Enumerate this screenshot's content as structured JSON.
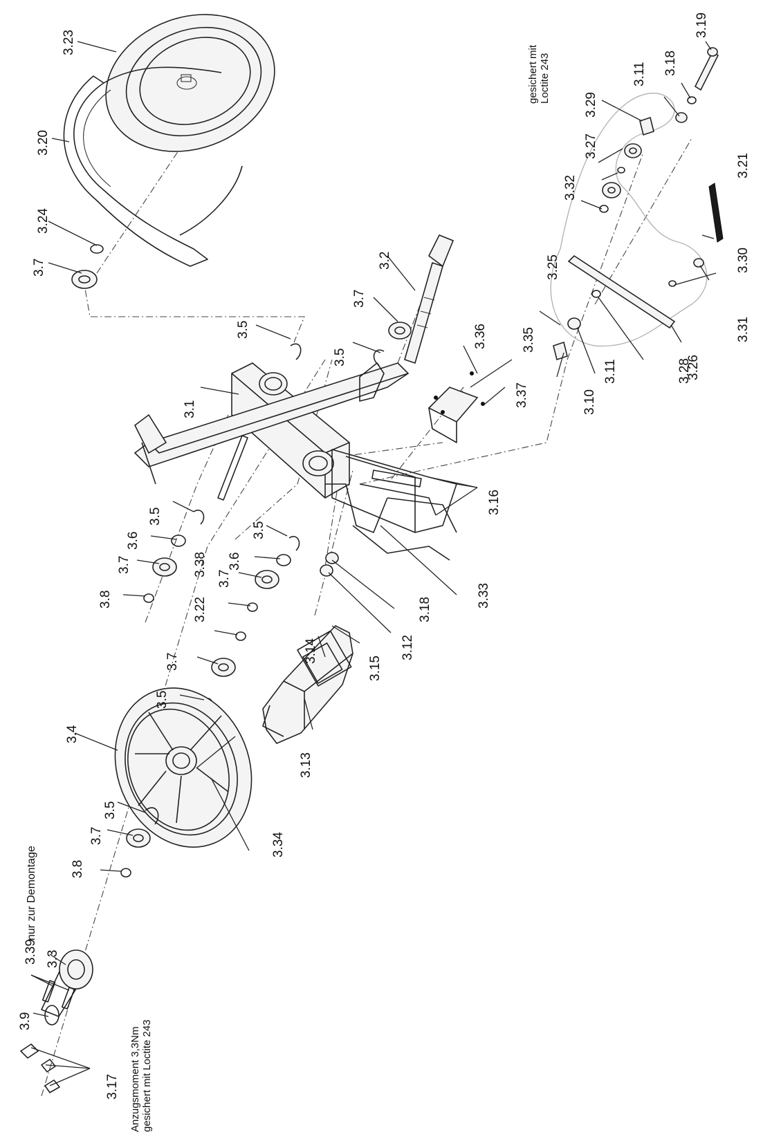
{
  "callouts": [
    "3.1",
    "3.2",
    "3.3",
    "3.4",
    "3.5",
    "3.5",
    "3.5",
    "3.5",
    "3.5",
    "3.5",
    "3.6",
    "3.6",
    "3.7",
    "3.7",
    "3.7",
    "3.7",
    "3.7",
    "3.7",
    "3.8",
    "3.8",
    "3.9",
    "3.10",
    "3.11",
    "3.11",
    "3.12",
    "3.13",
    "3.14",
    "3.15",
    "3.16",
    "3.17",
    "3.18",
    "3.18",
    "3.19",
    "3.20",
    "3.21",
    "3.22",
    "3.23",
    "3.24",
    "3.25",
    "3.26",
    "3.27",
    "3.28",
    "3.29",
    "3.30",
    "3.31",
    "3.32",
    "3.33",
    "3.34",
    "3.35",
    "3.36",
    "3.37",
    "3.38",
    "3.39"
  ],
  "notes": {
    "demontage": "nur zur Demontage",
    "torque_line1": "Anzugsmoment 3,3Nm",
    "torque_line2": "gesichert mit Loctite 243",
    "loctite_line1": "gesichert mit",
    "loctite_line2": "Loctite 243"
  }
}
